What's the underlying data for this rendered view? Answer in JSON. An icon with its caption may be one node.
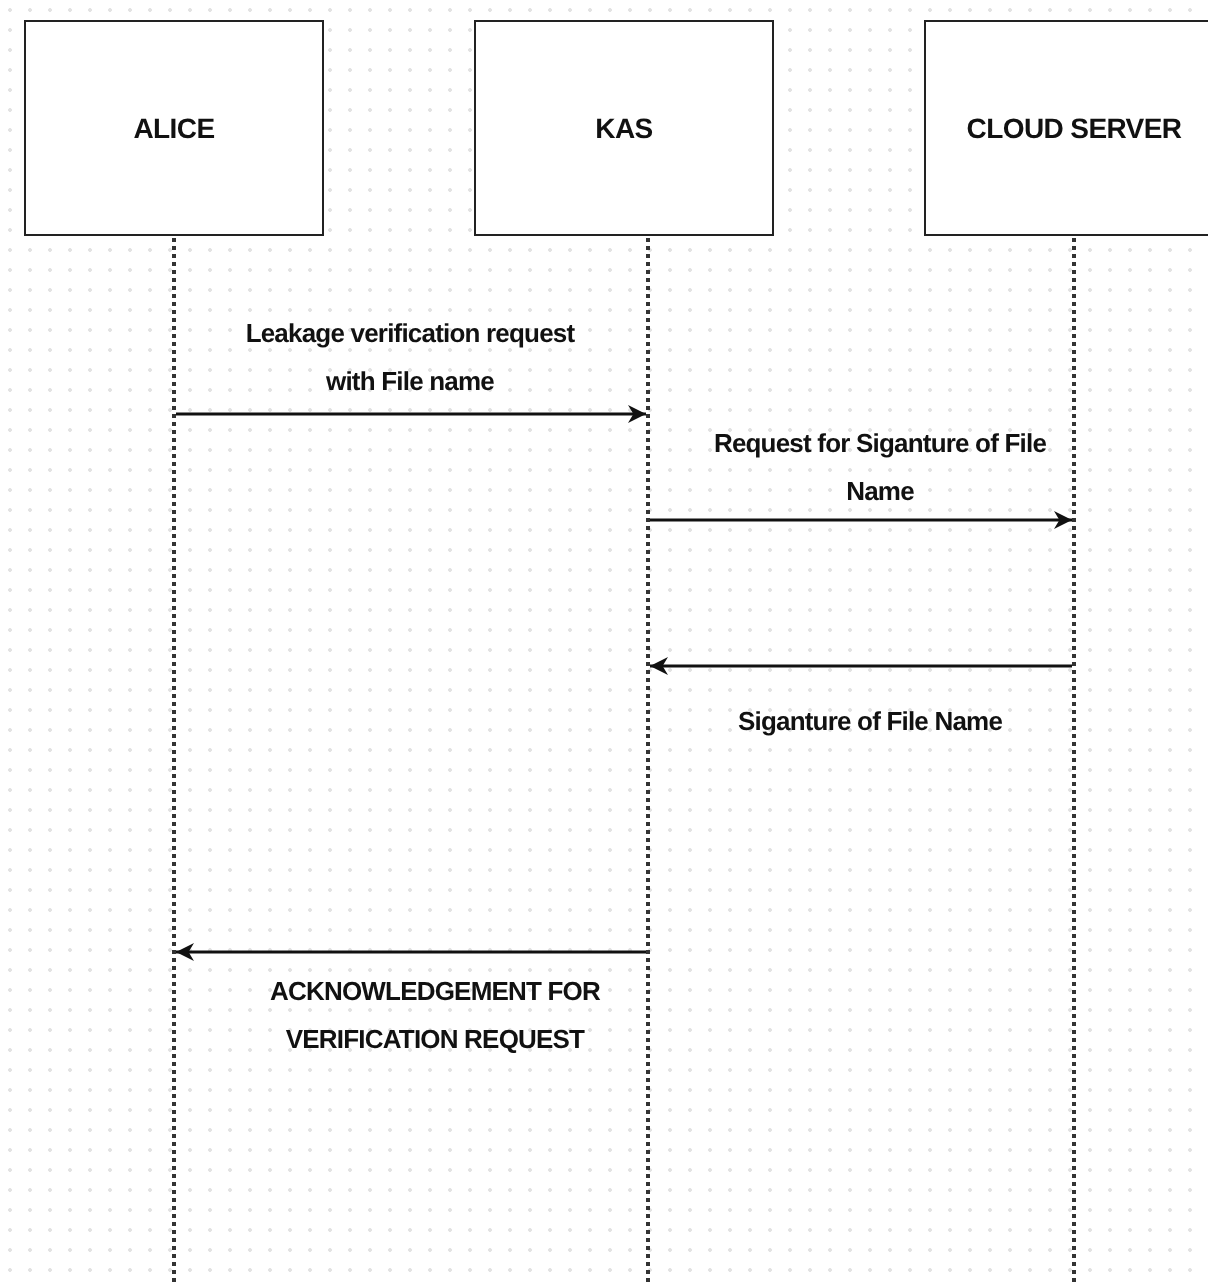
{
  "diagram": {
    "nodes": [
      {
        "text": [
          "ALICE"
        ]
      },
      {
        "text": [
          "KAS"
        ]
      },
      {
        "text": [
          "CLOUD SERVER"
        ]
      },
      {
        "text": [],
        "shape": "line"
      },
      {
        "text": [],
        "shape": "line"
      },
      {
        "text": [],
        "shape": "line"
      }
    ],
    "edges": [
      {
        "from": 3,
        "to": 4,
        "arrow": "to",
        "label": "Leakage verification request with File name"
      },
      {
        "from": 4,
        "to": 5,
        "arrow": "to",
        "label": "Request for Siganture of File Name"
      },
      {
        "from": 5,
        "to": 4,
        "arrow": "to",
        "label": "Siganture of File Name"
      },
      {
        "from": 4,
        "to": 3,
        "arrow": "to",
        "label": "ACKNOWLEDGEMENT FOR VERIFICATION REQUEST"
      }
    ]
  }
}
